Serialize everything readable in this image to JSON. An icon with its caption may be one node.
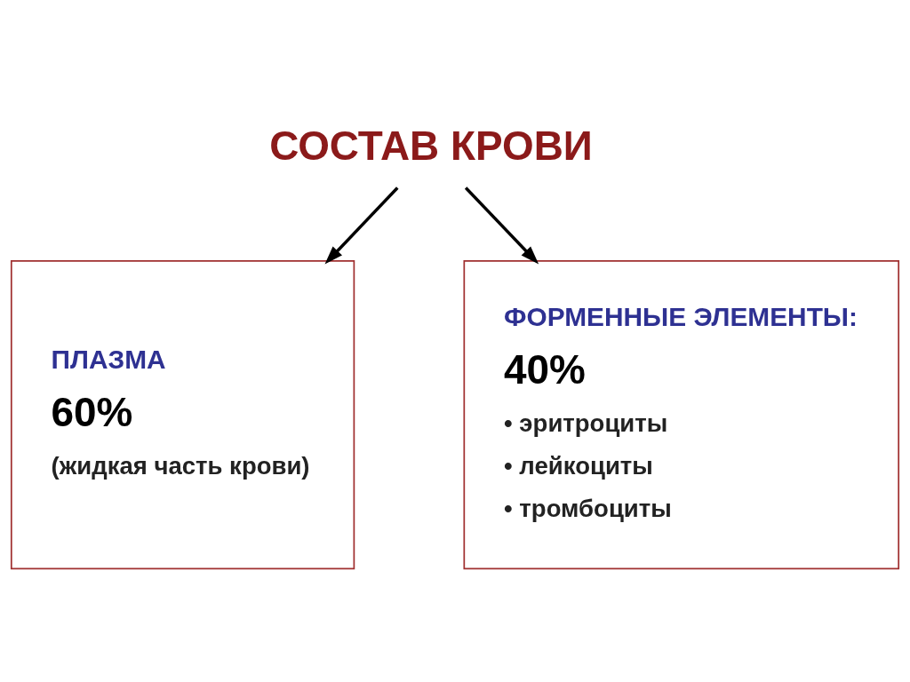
{
  "diagram": {
    "nodes": [
      {
        "text": [
          "СОСТАВ КРОВИ"
        ]
      },
      {
        "text": [
          "ПЛАЗМА",
          "60%",
          "(жидкая часть крови)"
        ]
      },
      {
        "text": [
          "ФОРМЕННЫЕ ЭЛЕМЕНТЫ:",
          "40%",
          "• эритроциты",
          "• лейкоциты",
          "• тромбоциты"
        ]
      }
    ],
    "edges": [
      {
        "from": 0,
        "to": 1,
        "arrow": "to"
      },
      {
        "from": 0,
        "to": 2,
        "arrow": "to"
      }
    ]
  }
}
